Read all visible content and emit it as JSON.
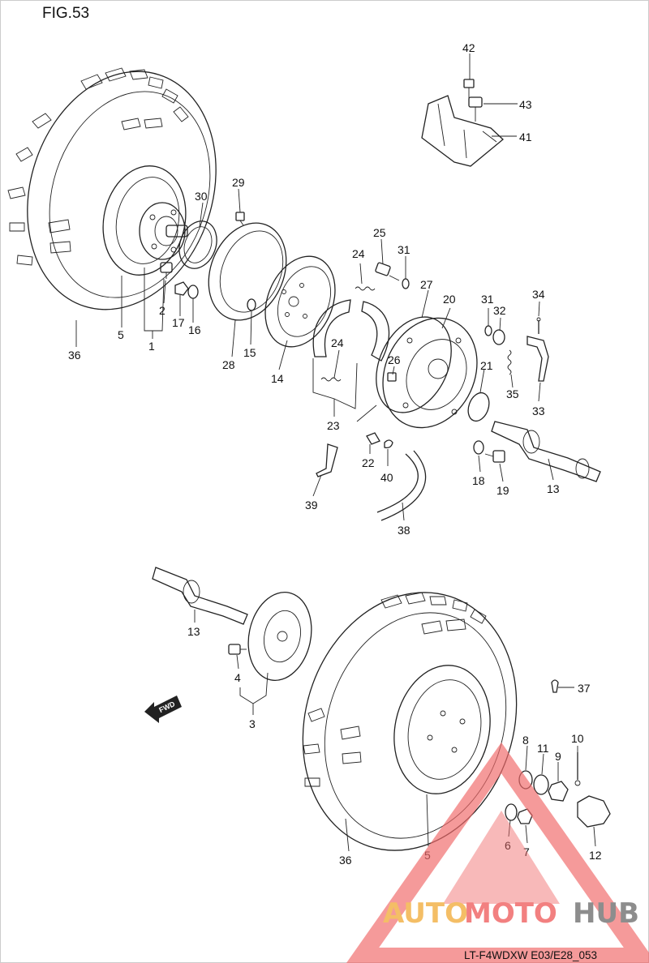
{
  "figure": {
    "title": "FIG.53",
    "code": "LT-F4WDXW E03/E28_053"
  },
  "fwd_arrow": {
    "label": "FWD"
  },
  "watermark": {
    "part1": "AUTO",
    "part2": "MOTO",
    "part3": "HUB",
    "colors": {
      "triangle": "#f06a6a",
      "auto": "#f3b34c",
      "moto": "#f06a6a",
      "hub": "#7a7a7a"
    }
  },
  "callouts": {
    "c1": "1",
    "c2": "2",
    "c3": "3",
    "c4": "4",
    "c5a": "5",
    "c5b": "5",
    "c6": "6",
    "c7": "7",
    "c8": "8",
    "c9": "9",
    "c10": "10",
    "c11": "11",
    "c12": "12",
    "c13a": "13",
    "c13b": "13",
    "c14": "14",
    "c15": "15",
    "c16": "16",
    "c17": "17",
    "c18": "18",
    "c19": "19",
    "c20": "20",
    "c21": "21",
    "c22": "22",
    "c23": "23",
    "c24a": "24",
    "c24b": "24",
    "c25": "25",
    "c26": "26",
    "c27": "27",
    "c28": "28",
    "c29": "29",
    "c30": "30",
    "c31a": "31",
    "c31b": "31",
    "c32": "32",
    "c33": "33",
    "c34": "34",
    "c35": "35",
    "c36a": "36",
    "c36b": "36",
    "c37": "37",
    "c38": "38",
    "c39": "39",
    "c40": "40",
    "c41": "41",
    "c42": "42",
    "c43": "43"
  }
}
